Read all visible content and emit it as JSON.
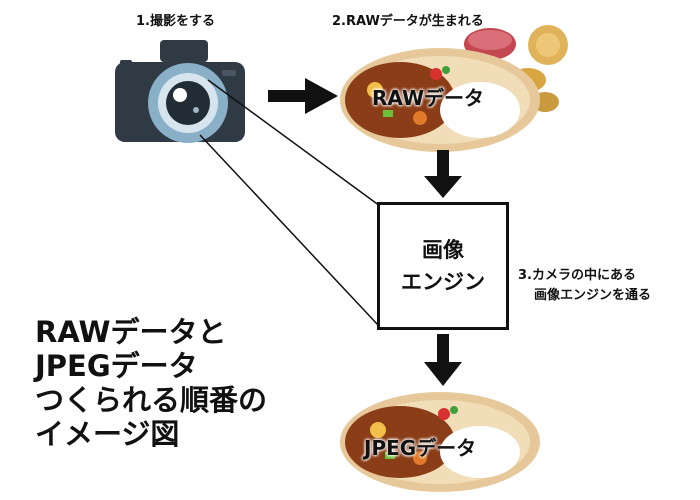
{
  "steps": {
    "step1": "1.撮影をする",
    "step2": "2.RAWデータが生まれる",
    "step3_line1": "3.カメラの中にある",
    "step3_line2": "画像エンジンを通る"
  },
  "engine_box": {
    "line1": "画像",
    "line2": "エンジン"
  },
  "plates": {
    "raw_label": "RAWデータ",
    "jpeg_label": "JPEGデータ"
  },
  "title": {
    "line1": "RAWデータと",
    "line2": "JPEGデータ",
    "line3": "つくられる順番の",
    "line4": "イメージ図"
  },
  "colors": {
    "camera_body": "#2f3a45",
    "lens_ring": "#8ab0c8",
    "curry": "#8a3d17",
    "plate": "#e7c89a",
    "rice": "#ffffff"
  },
  "icons": [
    "camera-icon",
    "curry-plate-icon",
    "ingredients-icon"
  ]
}
